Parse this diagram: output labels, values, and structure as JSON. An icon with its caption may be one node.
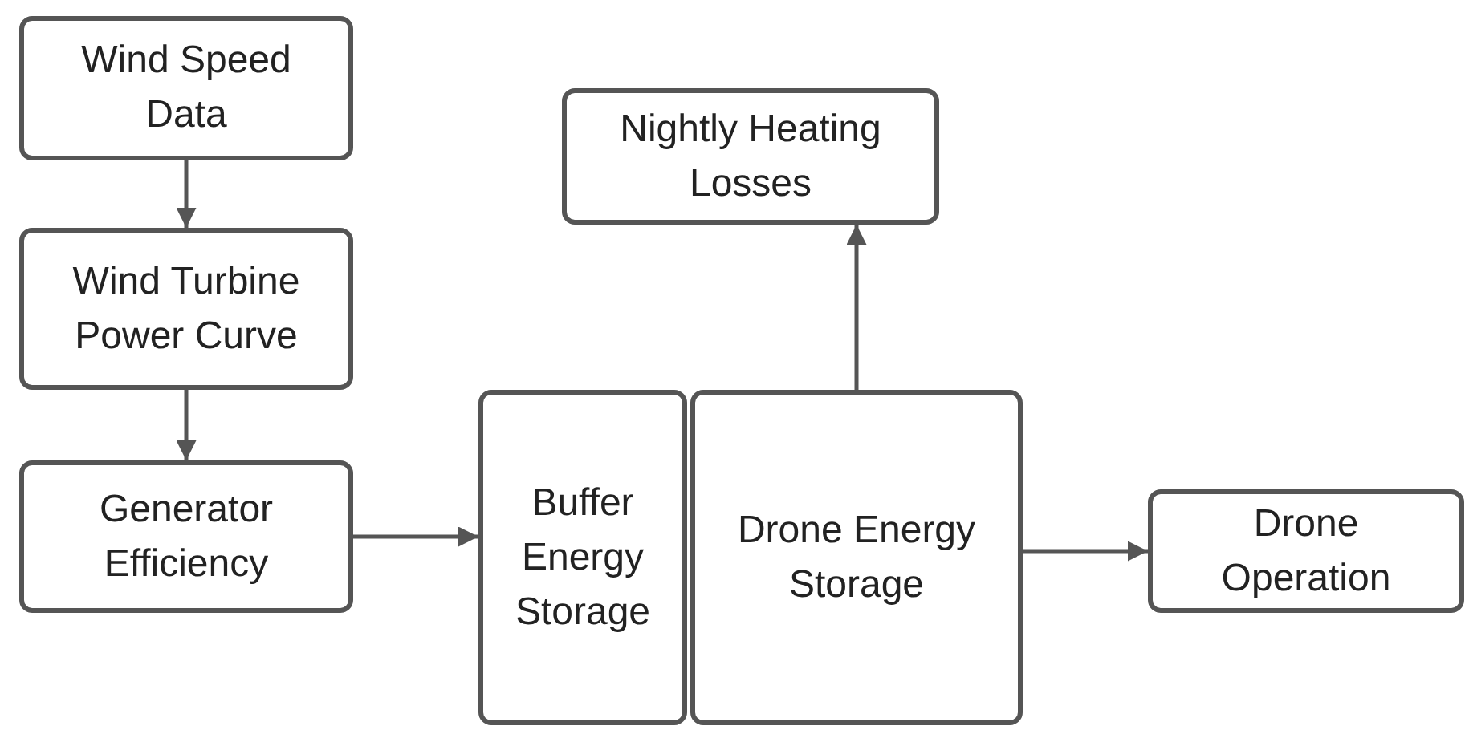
{
  "diagram": {
    "nodes": [
      {
        "text": [
          "Wind Speed Data"
        ]
      },
      {
        "text": [
          "Wind Turbine Power Curve"
        ]
      },
      {
        "text": [
          "Generator Efficiency"
        ]
      },
      {
        "text": [
          "Buffer Energy Storage"
        ]
      },
      {
        "text": [
          "Drone Energy Storage"
        ]
      },
      {
        "text": [
          "Nightly Heating Losses"
        ]
      },
      {
        "text": [
          "Drone Operation"
        ]
      }
    ],
    "edges": [
      {
        "from": 0,
        "to": 1,
        "arrow": "to"
      },
      {
        "from": 1,
        "to": 2,
        "arrow": "to"
      },
      {
        "from": 2,
        "to": 3,
        "arrow": "to"
      },
      {
        "from": 4,
        "to": 5,
        "arrow": "to"
      },
      {
        "from": 4,
        "to": 6,
        "arrow": "to"
      }
    ]
  }
}
